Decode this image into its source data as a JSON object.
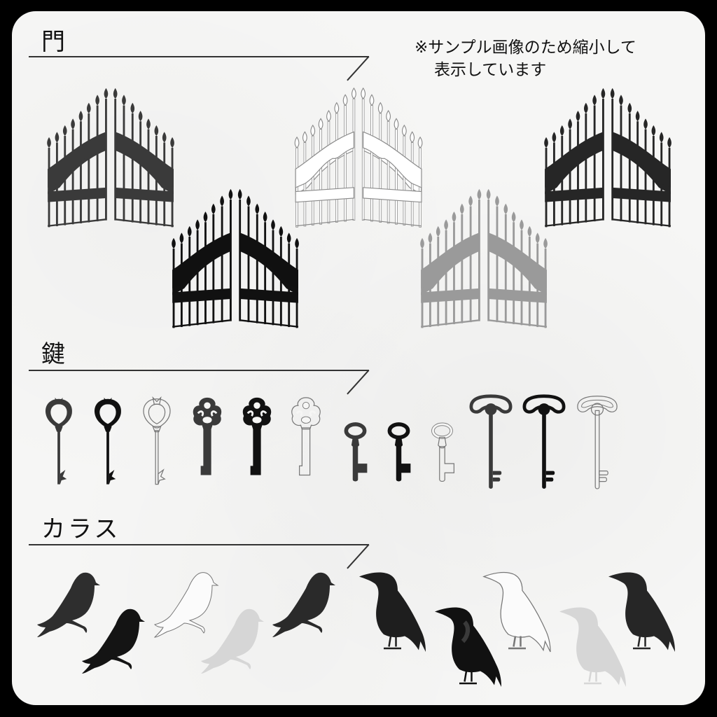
{
  "sections": {
    "gate": {
      "heading": "門"
    },
    "key": {
      "heading": "鍵"
    },
    "crow": {
      "heading": "カラス"
    }
  },
  "note": {
    "line1": "※サンプル画像のため縮小して",
    "line2": "表示しています"
  },
  "gates": [
    {
      "style": "textured-dark",
      "color": "#3a3a3a"
    },
    {
      "style": "solid-black",
      "color": "#111111"
    },
    {
      "style": "outline",
      "color": "#8a8a8a"
    },
    {
      "style": "light-gray",
      "color": "#9a9a9a"
    },
    {
      "style": "grunge-dark",
      "color": "#262626"
    }
  ],
  "keys": [
    {
      "shape": "heart-bow",
      "style": "textured",
      "color": "#3a3a3a"
    },
    {
      "shape": "heart-bow",
      "style": "solid",
      "color": "#111111"
    },
    {
      "shape": "heart-bow",
      "style": "outline",
      "color": "#777777"
    },
    {
      "shape": "clover-bow",
      "style": "textured",
      "color": "#3a3a3a"
    },
    {
      "shape": "clover-bow",
      "style": "solid",
      "color": "#111111"
    },
    {
      "shape": "clover-bow",
      "style": "outline",
      "color": "#777777"
    },
    {
      "shape": "oval-bow",
      "style": "textured",
      "color": "#3a3a3a"
    },
    {
      "shape": "oval-bow",
      "style": "solid",
      "color": "#111111"
    },
    {
      "shape": "oval-bow",
      "style": "outline",
      "color": "#777777"
    },
    {
      "shape": "arch-bow",
      "style": "textured",
      "color": "#3a3a3a"
    },
    {
      "shape": "arch-bow",
      "style": "solid",
      "color": "#111111"
    },
    {
      "shape": "arch-bow",
      "style": "outline",
      "color": "#777777"
    }
  ],
  "crows": [
    {
      "pose": "perched",
      "style": "textured",
      "color": "#2e2e2e"
    },
    {
      "pose": "perched",
      "style": "solid",
      "color": "#141414"
    },
    {
      "pose": "perched",
      "style": "outline",
      "color": "#777777"
    },
    {
      "pose": "perched",
      "style": "light-gray",
      "color": "#d6d6d6"
    },
    {
      "pose": "perched",
      "style": "grunge",
      "color": "#2a2a2a"
    },
    {
      "pose": "standing",
      "style": "textured",
      "color": "#1e1e1e"
    },
    {
      "pose": "standing",
      "style": "solid-collar",
      "color": "#111111"
    },
    {
      "pose": "standing",
      "style": "outline",
      "color": "#777777"
    },
    {
      "pose": "standing",
      "style": "light-gray",
      "color": "#d6d6d6"
    },
    {
      "pose": "standing",
      "style": "grunge",
      "color": "#262626"
    }
  ]
}
